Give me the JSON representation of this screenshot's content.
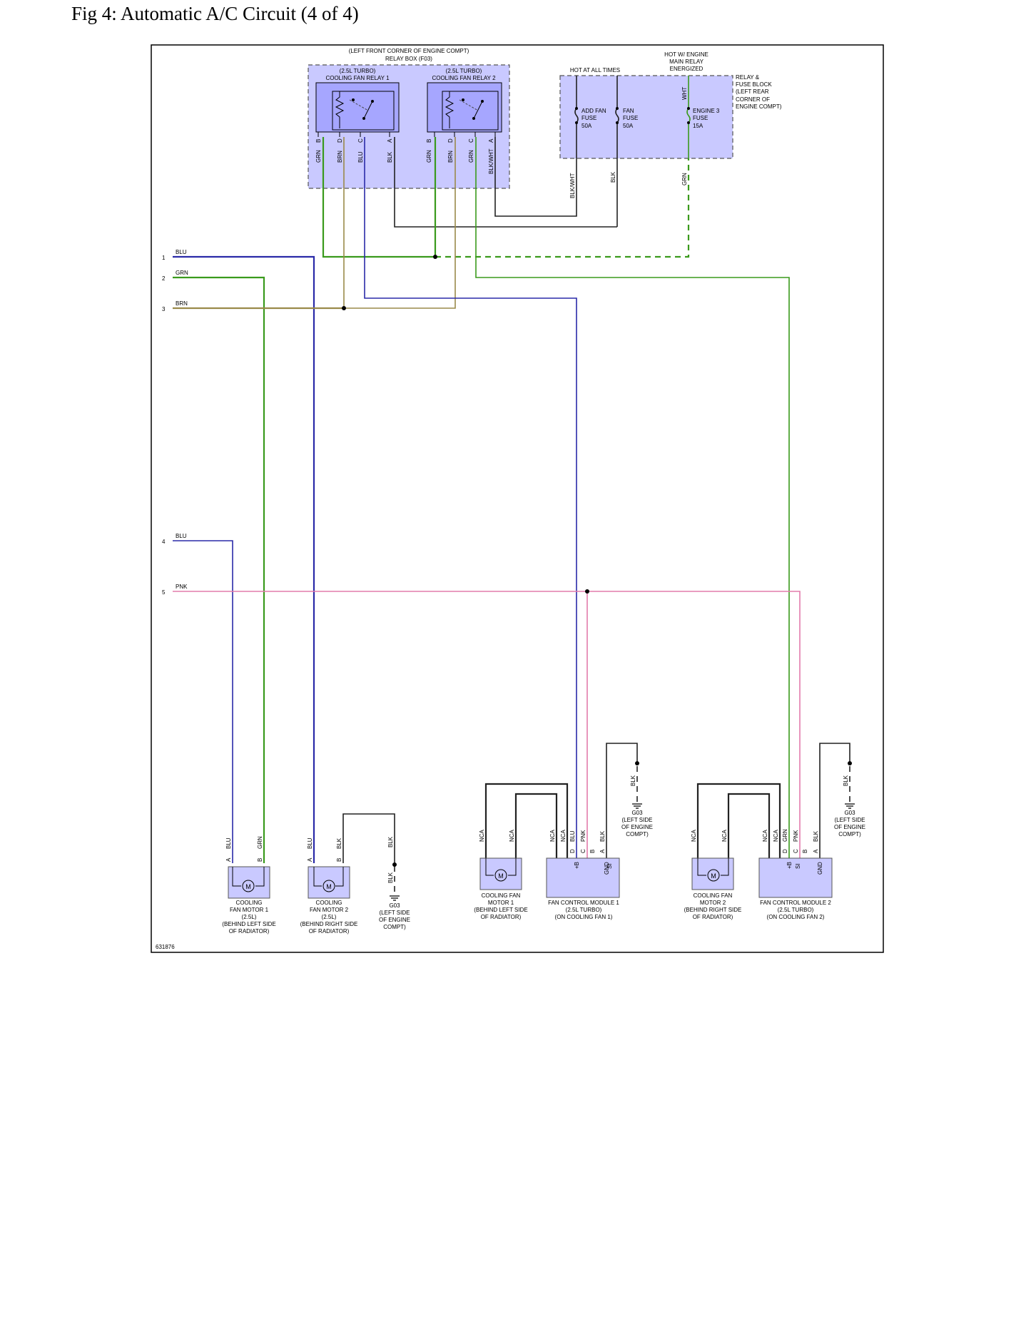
{
  "title": "Fig 4: Automatic A/C Circuit (4 of 4)",
  "figure_id": "631876",
  "relay_box": {
    "location": "(LEFT FRONT CORNER OF ENGINE COMPT)",
    "name": "RELAY BOX (F03)",
    "relay1": {
      "line1": "(2.5L TURBO)",
      "line2": "COOLING FAN RELAY 1"
    },
    "relay2": {
      "line1": "(2.5L TURBO)",
      "line2": "COOLING FAN RELAY 2"
    },
    "pins": [
      "B",
      "D",
      "C",
      "A"
    ],
    "relay1_wires": [
      "GRN",
      "BRN",
      "BLU",
      "BLK"
    ],
    "relay2_wires": [
      "GRN",
      "BRN",
      "GRN",
      "BLK/WHT"
    ]
  },
  "fuse_block": {
    "hot_always": "HOT AT ALL TIMES",
    "hot_main": [
      "HOT W/ ENGINE",
      "MAIN RELAY",
      "ENERGIZED"
    ],
    "label": [
      "RELAY &",
      "FUSE BLOCK",
      "(LEFT REAR",
      "CORNER OF",
      "ENGINE COMPT)"
    ],
    "fuse1": [
      "ADD FAN",
      "FUSE",
      "50A"
    ],
    "fuse2": [
      "FAN",
      "FUSE",
      "50A"
    ],
    "fuse3": [
      "ENGINE 3",
      "FUSE",
      "15A"
    ],
    "wht": "WHT",
    "out_wires": [
      "BLK/WHT",
      "BLK",
      "GRN"
    ]
  },
  "connectors": [
    {
      "num": "1",
      "wire": "BLU"
    },
    {
      "num": "2",
      "wire": "GRN"
    },
    {
      "num": "3",
      "wire": "BRN"
    },
    {
      "num": "4",
      "wire": "BLU"
    },
    {
      "num": "5",
      "wire": "PNK"
    }
  ],
  "motor1": {
    "wires": [
      "BLU",
      "GRN"
    ],
    "pins": [
      "A",
      "B"
    ],
    "label": [
      "COOLING",
      "FAN MOTOR 1",
      "(2.5L)",
      "(BEHIND LEFT SIDE",
      "OF RADIATOR)"
    ]
  },
  "motor2": {
    "wires": [
      "BLU",
      "BLK"
    ],
    "pins": [
      "A",
      "B"
    ],
    "label": [
      "COOLING",
      "FAN MOTOR 2",
      "(2.5L)",
      "(BEHIND RIGHT SIDE",
      "OF RADIATOR)"
    ]
  },
  "ground_a": {
    "wires": [
      "BLK",
      "BLK"
    ],
    "label": [
      "G03",
      "(LEFT SIDE",
      "OF ENGINE",
      "COMPT)"
    ]
  },
  "cfm1": {
    "wires": [
      "NCA",
      "NCA"
    ],
    "label": [
      "COOLING FAN",
      "MOTOR 1",
      "(BEHIND LEFT SIDE",
      "OF RADIATOR)"
    ]
  },
  "fcm1": {
    "wires": [
      "NCA",
      "NCA",
      "BLU",
      "PNK",
      "BLK"
    ],
    "pins": [
      "D",
      "C",
      "B",
      "A"
    ],
    "terminals": [
      "+B",
      "SI",
      "GND"
    ],
    "label": [
      "FAN CONTROL MODULE 1",
      "(2.5L TURBO)",
      "(ON COOLING FAN 1)"
    ]
  },
  "ground_b": {
    "wire": "BLK",
    "label": [
      "G03",
      "(LEFT SIDE",
      "OF ENGINE",
      "COMPT)"
    ]
  },
  "cfm2": {
    "wires": [
      "NCA",
      "NCA"
    ],
    "label": [
      "COOLING FAN",
      "MOTOR 2",
      "(BEHIND RIGHT SIDE",
      "OF RADIATOR)"
    ]
  },
  "fcm2": {
    "wires": [
      "NCA",
      "NCA",
      "GRN",
      "PNK",
      "BLK"
    ],
    "pins": [
      "D",
      "C",
      "B",
      "A"
    ],
    "terminals": [
      "+B",
      "SI",
      "GND"
    ],
    "label": [
      "FAN CONTROL MODULE 2",
      "(2.5L TURBO)",
      "(ON COOLING FAN 2)"
    ]
  },
  "ground_c": {
    "wire": "BLK",
    "label": [
      "G03",
      "(LEFT SIDE",
      "OF ENGINE",
      "COMPT)"
    ]
  },
  "motor_symbol": "M"
}
